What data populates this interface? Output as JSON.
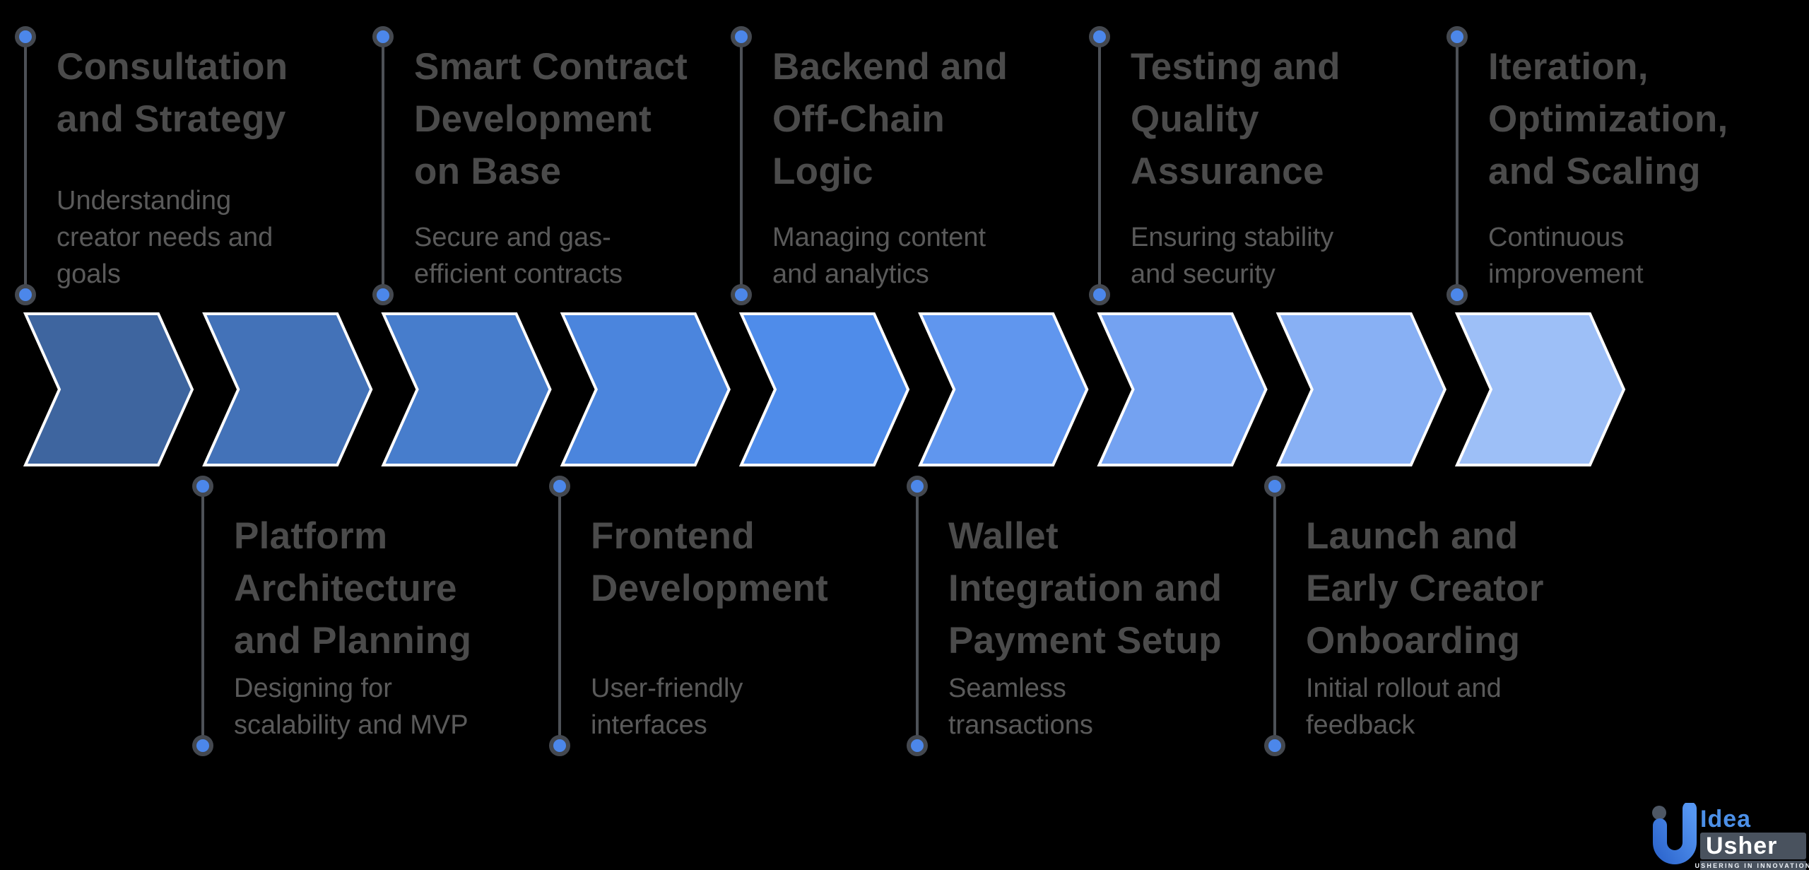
{
  "canvas": {
    "background": "#000000"
  },
  "accents": {
    "dot_fill": "#4c87ea",
    "dot_ring": "#44484f",
    "line_color": "#4d5157",
    "title_color": "#4b4b4b",
    "desc_color": "#5a5a5a"
  },
  "top_milestones": [
    {
      "title": [
        "Consultation",
        "and Strategy"
      ],
      "description": [
        "Understanding",
        "creator needs and",
        "goals"
      ]
    },
    {
      "title": [
        "Smart Contract",
        "Development",
        "on Base"
      ],
      "description": [
        "Secure and gas-",
        "efficient contracts"
      ]
    },
    {
      "title": [
        "Backend and",
        "Off-Chain",
        "Logic"
      ],
      "description": [
        "Managing content",
        "and analytics"
      ]
    },
    {
      "title": [
        "Testing and",
        "Quality",
        "Assurance"
      ],
      "description": [
        "Ensuring stability",
        "and security"
      ]
    },
    {
      "title": [
        "Iteration,",
        "Optimization,",
        "and Scaling"
      ],
      "description": [
        "Continuous",
        "improvement"
      ]
    }
  ],
  "bottom_milestones": [
    {
      "title": [
        "Platform",
        "Architecture",
        "and Planning"
      ],
      "description": [
        "Designing for",
        "scalability and MVP"
      ]
    },
    {
      "title": [
        "Frontend",
        "Development"
      ],
      "description": [
        "User-friendly",
        "interfaces"
      ]
    },
    {
      "title": [
        "Wallet",
        "Integration and",
        "Payment Setup"
      ],
      "description": [
        "Seamless",
        "transactions"
      ]
    },
    {
      "title": [
        "Launch and",
        "Early Creator",
        "Onboarding"
      ],
      "description": [
        "Initial rollout and",
        "feedback"
      ]
    }
  ],
  "chevrons": {
    "border_color": "#ffffff",
    "colors": [
      "#3e659f",
      "#4372b8",
      "#477dcc",
      "#4b85dd",
      "#4f8cea",
      "#6096ee",
      "#74a2f1",
      "#88b0f4",
      "#9dbff7"
    ]
  },
  "logo": {
    "brand_top": "Idea",
    "brand_bottom": "Usher",
    "tagline": "USHERING IN INNOVATION",
    "idea_color": "#4c90e8",
    "box_color": "#49525e",
    "mark_gradient_start": "#5596f2",
    "mark_gradient_end": "#2f68cf",
    "mark_dot_color": "#4e5764"
  }
}
